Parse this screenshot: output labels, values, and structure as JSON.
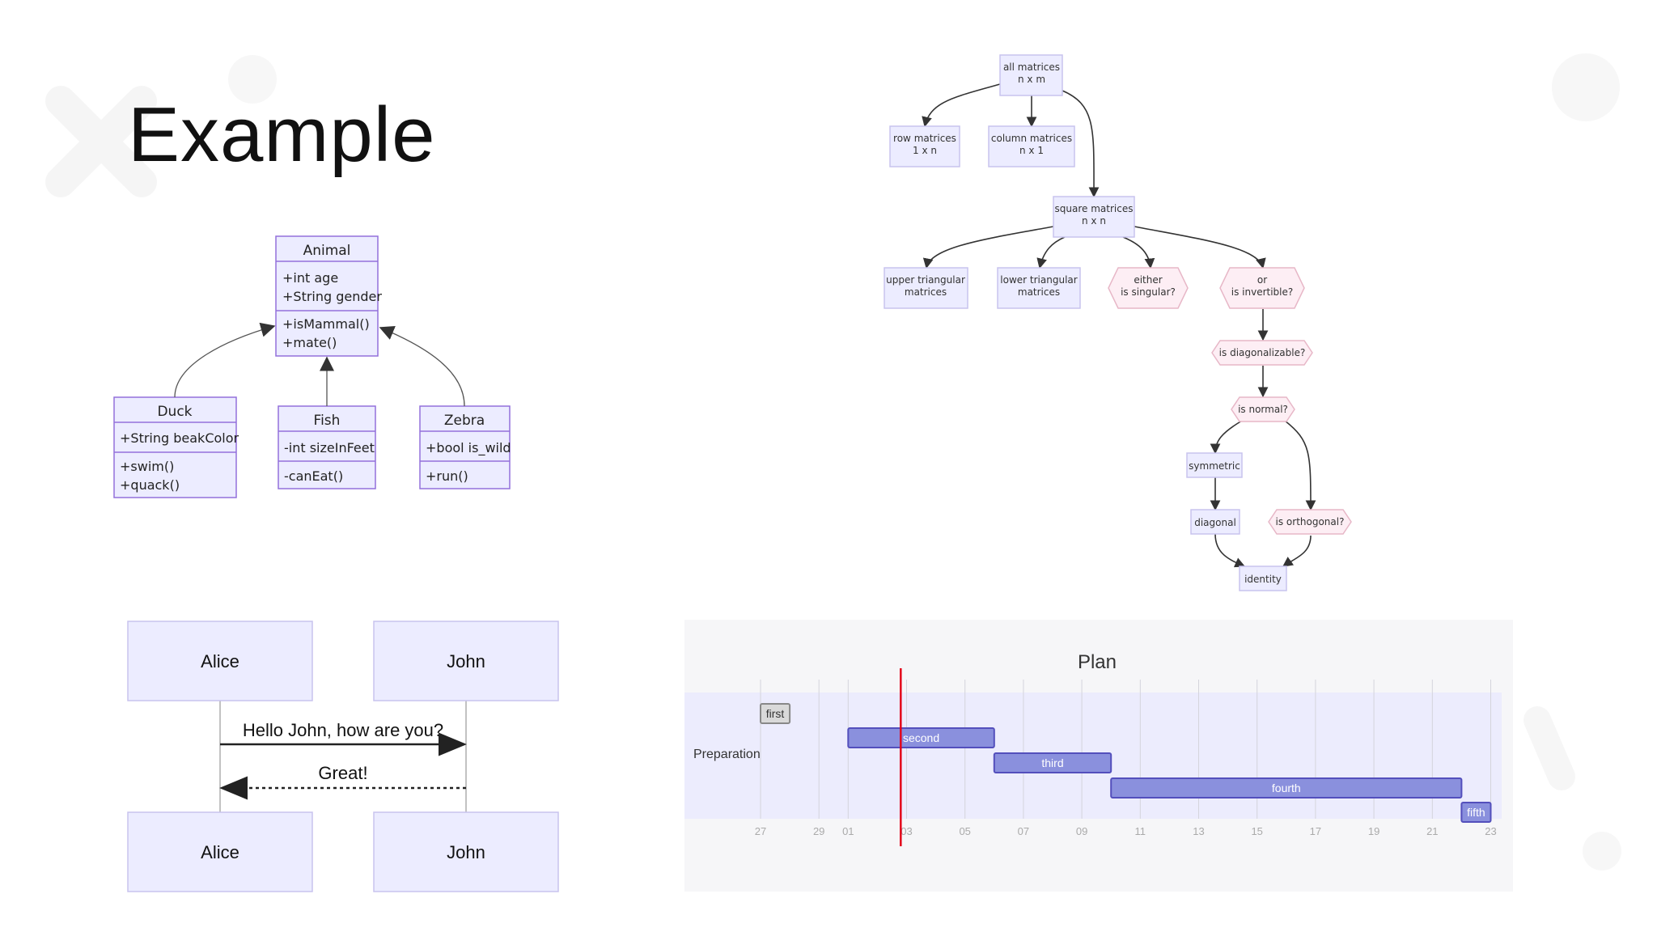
{
  "slide_title": "Example",
  "class_diagram": {
    "classes": [
      {
        "name": "Animal",
        "attributes": [
          "+int age",
          "+String gender"
        ],
        "methods": [
          "+isMammal()",
          "+mate()"
        ]
      },
      {
        "name": "Duck",
        "attributes": [
          "+String beakColor"
        ],
        "methods": [
          "+swim()",
          "+quack()"
        ]
      },
      {
        "name": "Fish",
        "attributes": [
          "-int sizeInFeet"
        ],
        "methods": [
          "-canEat()"
        ]
      },
      {
        "name": "Zebra",
        "attributes": [
          "+bool is_wild"
        ],
        "methods": [
          "+run()"
        ]
      }
    ]
  },
  "flowchart": {
    "nodes": {
      "all": [
        "all matrices",
        "n x m"
      ],
      "row": [
        "row matrices",
        "1 x n"
      ],
      "col": [
        "column matrices",
        "n x 1"
      ],
      "square": [
        "square matrices",
        "n x n"
      ],
      "upper": [
        "upper triangular",
        "matrices"
      ],
      "lower": [
        "lower triangular",
        "matrices"
      ],
      "either": [
        "either",
        "is singular?"
      ],
      "or": [
        "or",
        "is invertible?"
      ],
      "diag": [
        "is diagonalizable?"
      ],
      "normal": [
        "is normal?"
      ],
      "symmetric": [
        "symmetric"
      ],
      "diagonal": [
        "diagonal"
      ],
      "orthogonal": [
        "is orthogonal?"
      ],
      "identity": [
        "identity"
      ]
    }
  },
  "sequence_diagram": {
    "participants": [
      "Alice",
      "John"
    ],
    "messages": [
      "Hello John, how are you?",
      "Great!"
    ]
  },
  "chart_data": {
    "type": "gantt",
    "title": "Plan",
    "section": "Preparation",
    "x_ticks": [
      "27",
      "29",
      "01",
      "03",
      "05",
      "07",
      "09",
      "11",
      "13",
      "15",
      "17",
      "19",
      "21",
      "23"
    ],
    "today_marker_day": 4.8,
    "tasks": [
      {
        "name": "first",
        "start_day": 0,
        "end_day": 1,
        "milestone_style": true
      },
      {
        "name": "second",
        "start_day": 3,
        "end_day": 8
      },
      {
        "name": "third",
        "start_day": 8,
        "end_day": 12
      },
      {
        "name": "fourth",
        "start_day": 12,
        "end_day": 24
      },
      {
        "name": "fifth",
        "start_day": 24,
        "end_day": 25
      }
    ]
  },
  "colors": {
    "node_fill": "#ececff",
    "node_stroke": "#9370db",
    "decision_fill": "#fdeef4",
    "decision_stroke": "#e7b7c7",
    "gantt_bar": "#8a90dd",
    "gantt_bar_stroke": "#534fbc",
    "today_line": "#e3001b"
  }
}
